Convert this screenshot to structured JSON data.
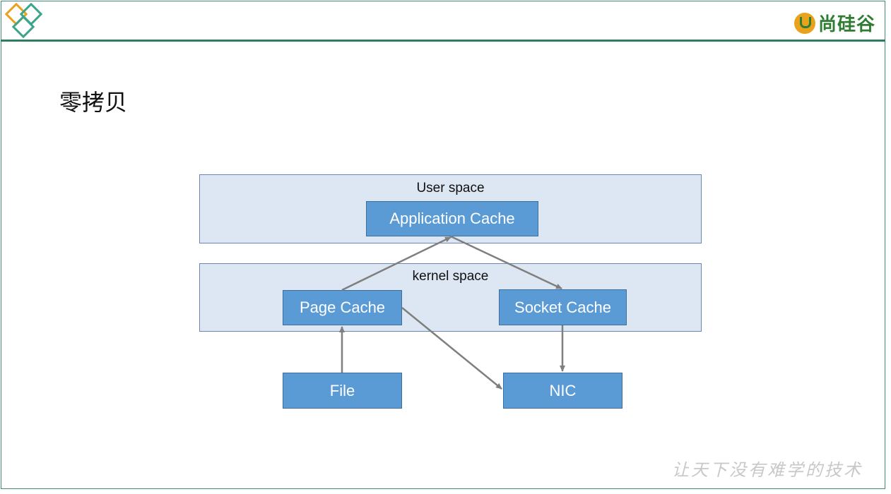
{
  "header": {
    "brand_name": "尚硅谷",
    "colors": {
      "accent_line": "#2e7d62",
      "brand_green": "#2e7d32",
      "brand_orange": "#e8a21c"
    }
  },
  "slide": {
    "title": "零拷贝",
    "slogan": "让天下没有难学的技术"
  },
  "diagram": {
    "regions": {
      "user_space": "User space",
      "kernel_space": "kernel space"
    },
    "nodes": {
      "application_cache": "Application Cache",
      "page_cache": "Page Cache",
      "socket_cache": "Socket Cache",
      "file": "File",
      "nic": "NIC"
    },
    "edges": [
      {
        "from": "file",
        "to": "page_cache"
      },
      {
        "from": "page_cache",
        "to": "application_cache"
      },
      {
        "from": "application_cache",
        "to": "socket_cache"
      },
      {
        "from": "socket_cache",
        "to": "nic"
      },
      {
        "from": "page_cache",
        "to": "nic"
      }
    ],
    "colors": {
      "region_fill": "#dde7f3",
      "node_fill": "#5b9bd5",
      "arrow": "#7f7f7f"
    }
  }
}
